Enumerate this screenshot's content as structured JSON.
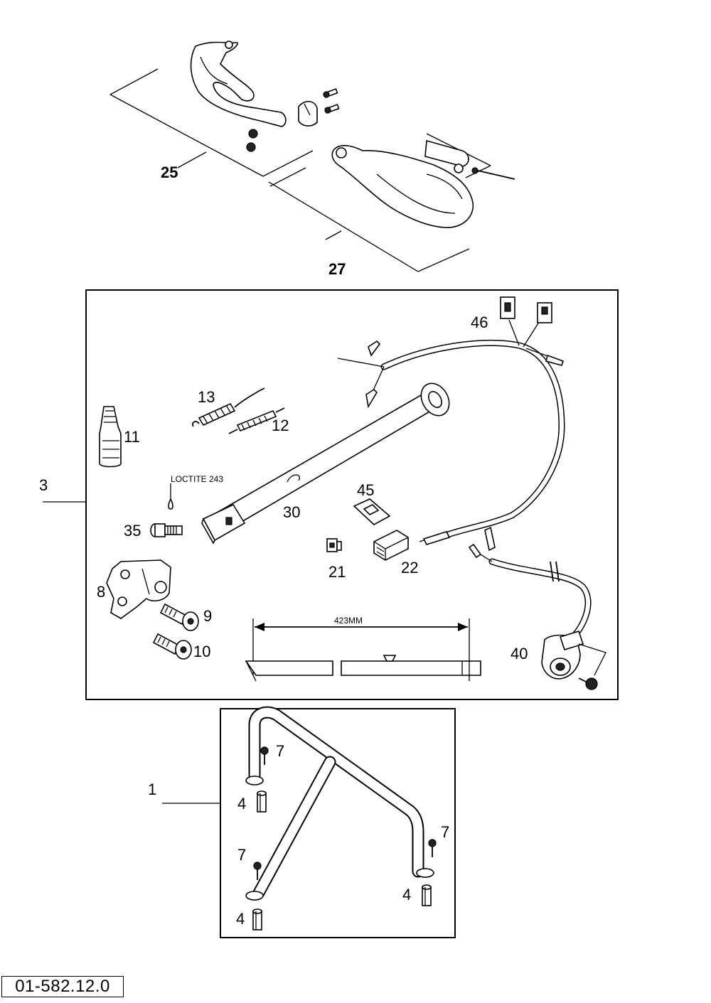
{
  "diagram": {
    "doc_code": "01-582.12.0",
    "parts": {
      "p25": "25",
      "p27": "27",
      "p3": "3",
      "p46": "46",
      "p13": "13",
      "p12": "12",
      "p11": "11",
      "p30": "30",
      "p45": "45",
      "p35": "35",
      "p21": "21",
      "p22": "22",
      "p8": "8",
      "p9": "9",
      "p10": "10",
      "p40": "40",
      "p1": "1",
      "p7a": "7",
      "p4a": "4",
      "p7b": "7",
      "p7c": "7",
      "p4b": "4",
      "p4c": "4"
    },
    "annotations": {
      "loctite": "LOCTITE 243",
      "dimension": "423MM"
    }
  }
}
